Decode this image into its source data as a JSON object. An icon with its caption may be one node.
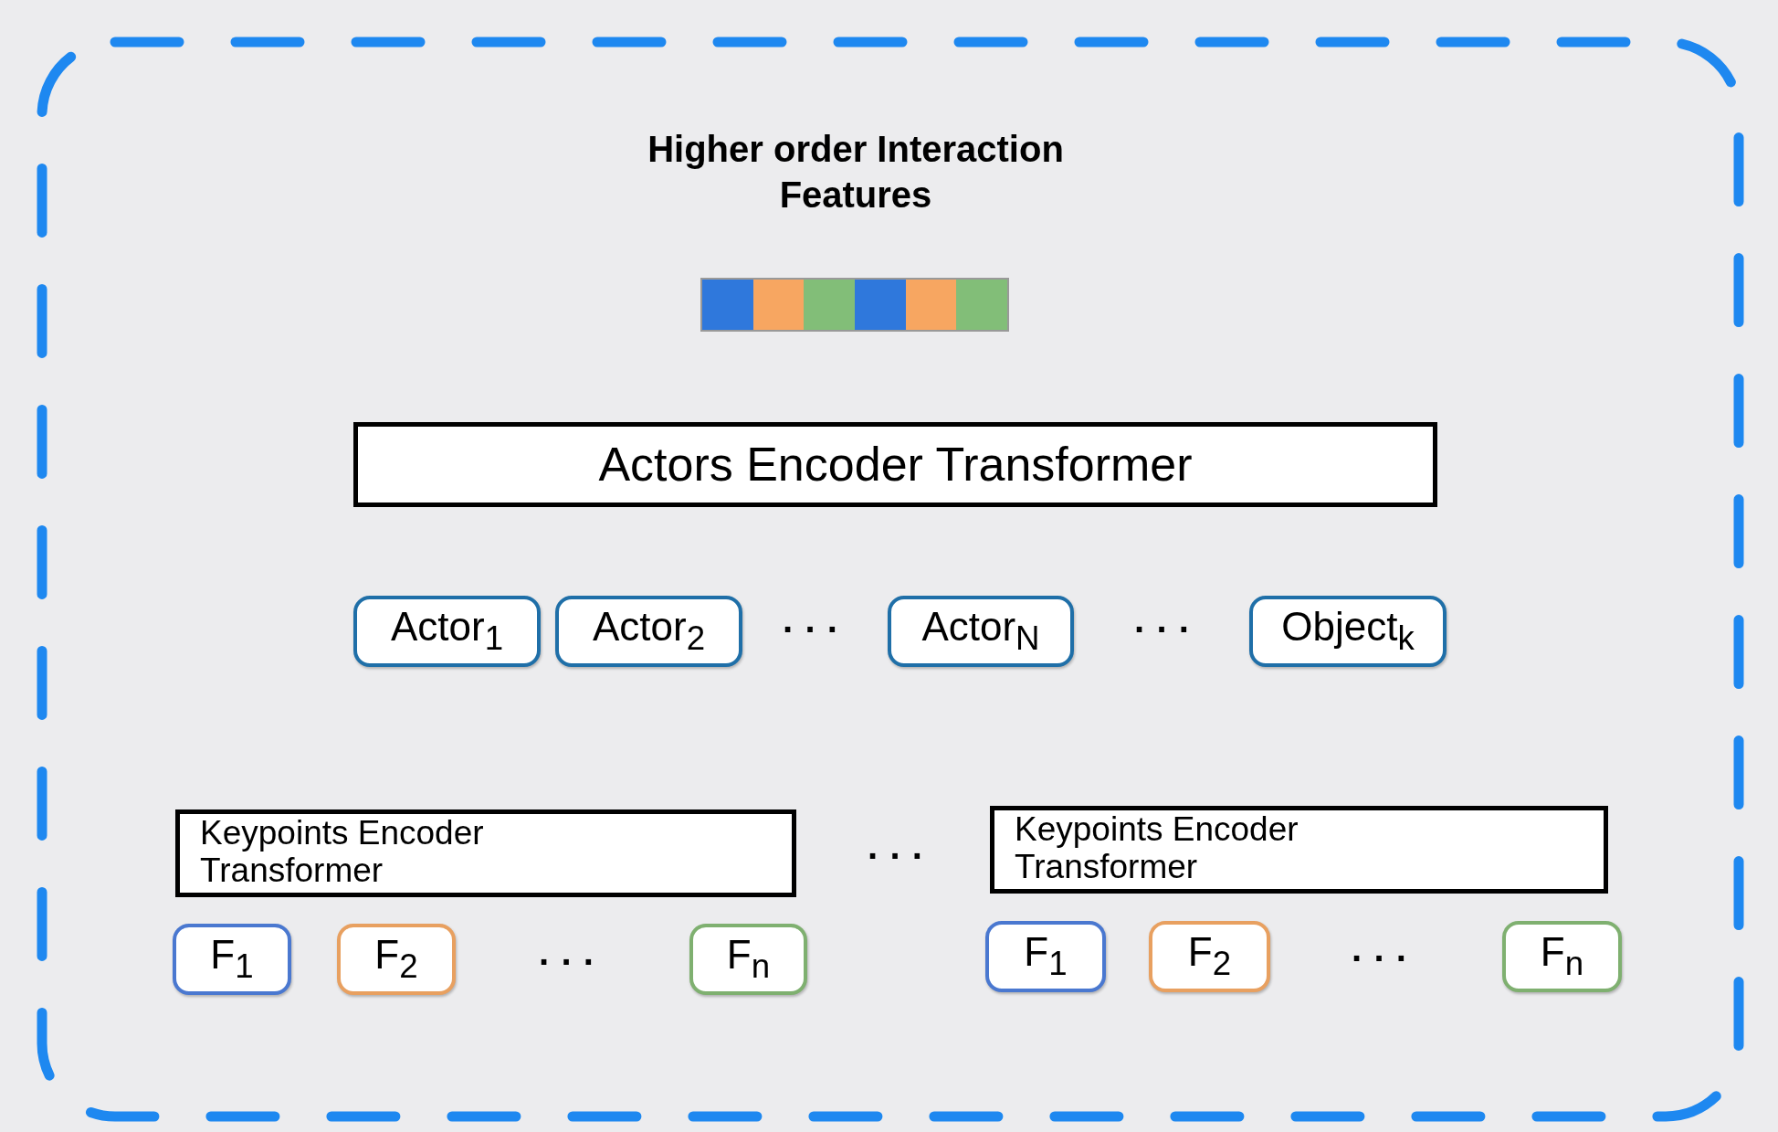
{
  "diagram": {
    "title": "Higher order Interaction Features",
    "nodes": [
      {
        "text": [],
        "shape": "box"
      },
      {
        "text": [],
        "shape": "bar",
        "in": 0
      },
      {
        "text": [
          "Actors Encoder Transformer"
        ],
        "in": 0
      },
      {
        "text": [
          "Actor$_{1}$"
        ],
        "in": 0
      },
      {
        "text": [
          "Actor$_{2}$"
        ],
        "in": 0
      },
      {
        "text": [
          "Actor$_{N}$"
        ],
        "in": 0
      },
      {
        "text": [
          "Object$_{k}$"
        ],
        "in": 0
      },
      {
        "text": [
          "Keypoints Encoder Transformer"
        ],
        "in": 0
      },
      {
        "text": [
          "F$_{1}$"
        ],
        "in": 0
      },
      {
        "text": [
          "F$_{2}$"
        ],
        "in": 0
      },
      {
        "text": [
          "F$_{n}$"
        ],
        "in": 0
      },
      {
        "text": [
          "Keypoints Encoder Transformer"
        ],
        "in": 0
      },
      {
        "text": [
          "F$_{1}$"
        ],
        "in": 0
      },
      {
        "text": [
          "F$_{2}$"
        ],
        "in": 0
      },
      {
        "text": [
          "F$_{n}$"
        ],
        "in": 0
      }
    ],
    "labels": [
      "· · ·",
      "· · ·",
      "· · ·",
      "· · ·",
      "· · ·"
    ]
  }
}
